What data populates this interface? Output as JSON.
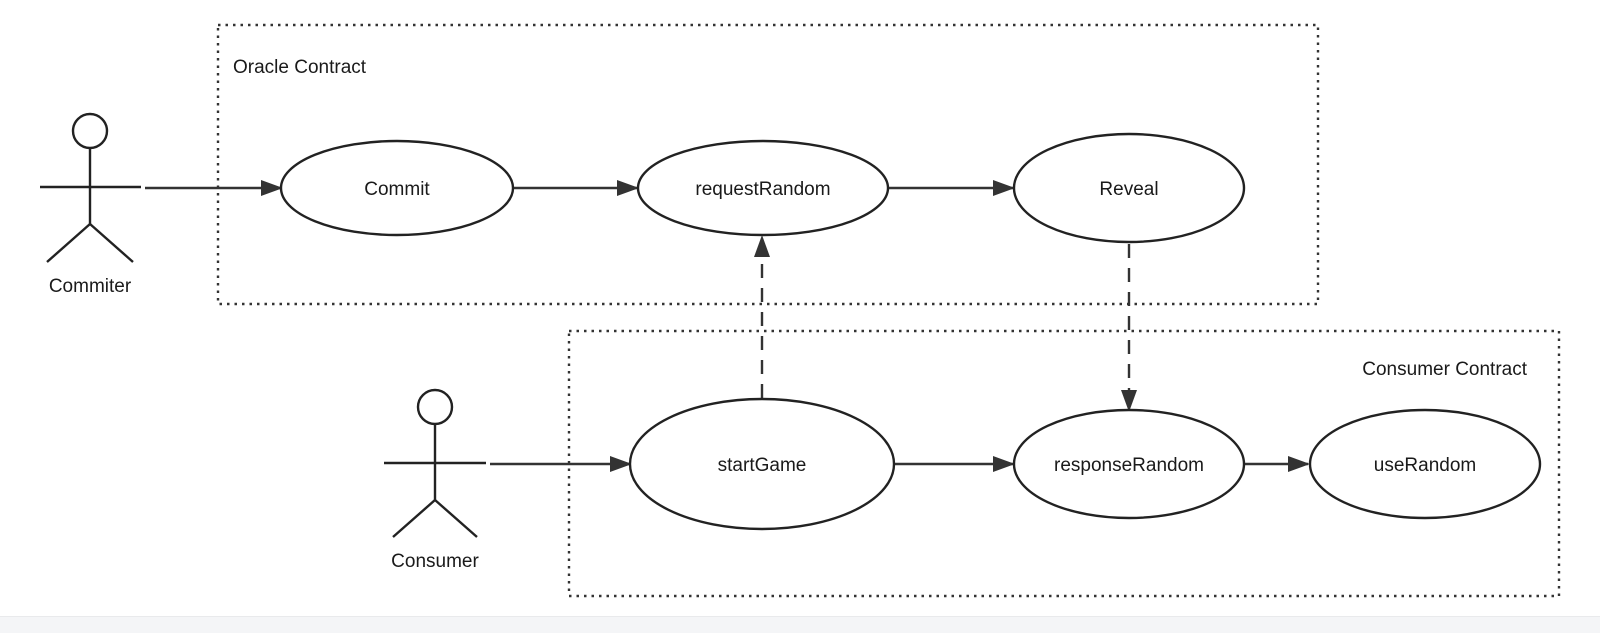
{
  "diagram": {
    "boundaries": {
      "oracle": "Oracle Contract",
      "consumer": "Consumer Contract"
    },
    "actors": {
      "commiter": "Commiter",
      "consumer": "Consumer"
    },
    "use_cases": {
      "commit": "Commit",
      "request_random": "requestRandom",
      "reveal": "Reveal",
      "start_game": "startGame",
      "response_random": "responseRandom",
      "use_random": "useRandom"
    },
    "connections": [
      {
        "from": "Commiter",
        "to": "Commit",
        "style": "solid"
      },
      {
        "from": "Commit",
        "to": "requestRandom",
        "style": "solid"
      },
      {
        "from": "requestRandom",
        "to": "Reveal",
        "style": "solid"
      },
      {
        "from": "startGame",
        "to": "requestRandom",
        "style": "dashed"
      },
      {
        "from": "Reveal",
        "to": "responseRandom",
        "style": "dashed"
      },
      {
        "from": "Consumer",
        "to": "startGame",
        "style": "solid"
      },
      {
        "from": "startGame",
        "to": "responseRandom",
        "style": "solid"
      },
      {
        "from": "responseRandom",
        "to": "useRandom",
        "style": "solid"
      }
    ]
  }
}
